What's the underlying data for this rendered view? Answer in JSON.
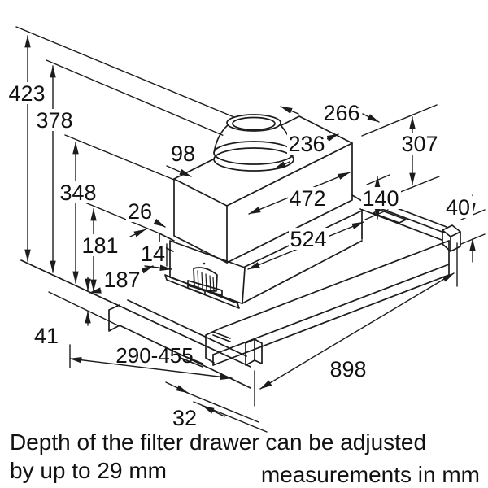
{
  "drawing": {
    "dimension_labels": {
      "d423": "423",
      "d378": "378",
      "d348": "348",
      "d181": "181",
      "d98": "98",
      "d266": "266",
      "d236": "236",
      "d307": "307",
      "d472": "472",
      "d140": "140",
      "d524": "524",
      "d40": "40",
      "d26": "26",
      "d14": "14",
      "d187": "187",
      "d41": "41",
      "d290_455": "290-455",
      "d898": "898",
      "d32": "32"
    },
    "captions": {
      "note_line1": "Depth of the filter drawer can be adjusted",
      "note_line2": "by up to 29 mm",
      "units": "measurements in mm"
    },
    "colors": {
      "line": "#1c1c1c",
      "background": "#ffffff"
    }
  }
}
